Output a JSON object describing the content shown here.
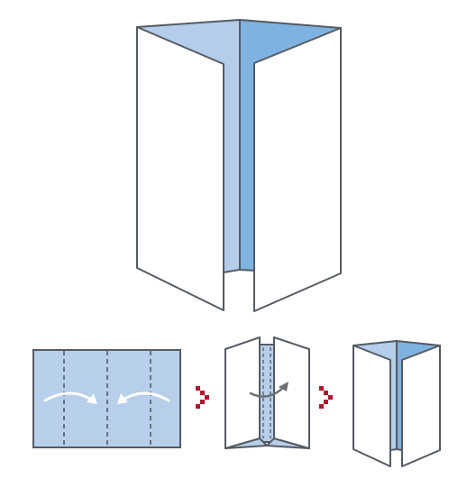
{
  "diagram": {
    "colors": {
      "outline": "#555b62",
      "panel_white": "#ffffff",
      "panel_light_blue": "#b3cdea",
      "panel_blue": "#7eb2e1",
      "flat_sheet_blue": "#b7cfea",
      "fold_line": "#4d5359",
      "arrow_white": "#ffffff",
      "arrow_gray": "#6b7076",
      "step_marker_red": "#b0182e"
    },
    "icons": {
      "step_marker": "chevron-right-icon",
      "fold_arrow_right": "curved-arrow-right-icon",
      "fold_arrow_left": "curved-arrow-left-icon",
      "fold_arrow_gray": "curved-arrow-right-icon"
    },
    "steps": [
      {
        "name": "flat-sheet",
        "fold_lines": 3
      },
      {
        "name": "partially-folded"
      },
      {
        "name": "fully-folded"
      }
    ]
  }
}
